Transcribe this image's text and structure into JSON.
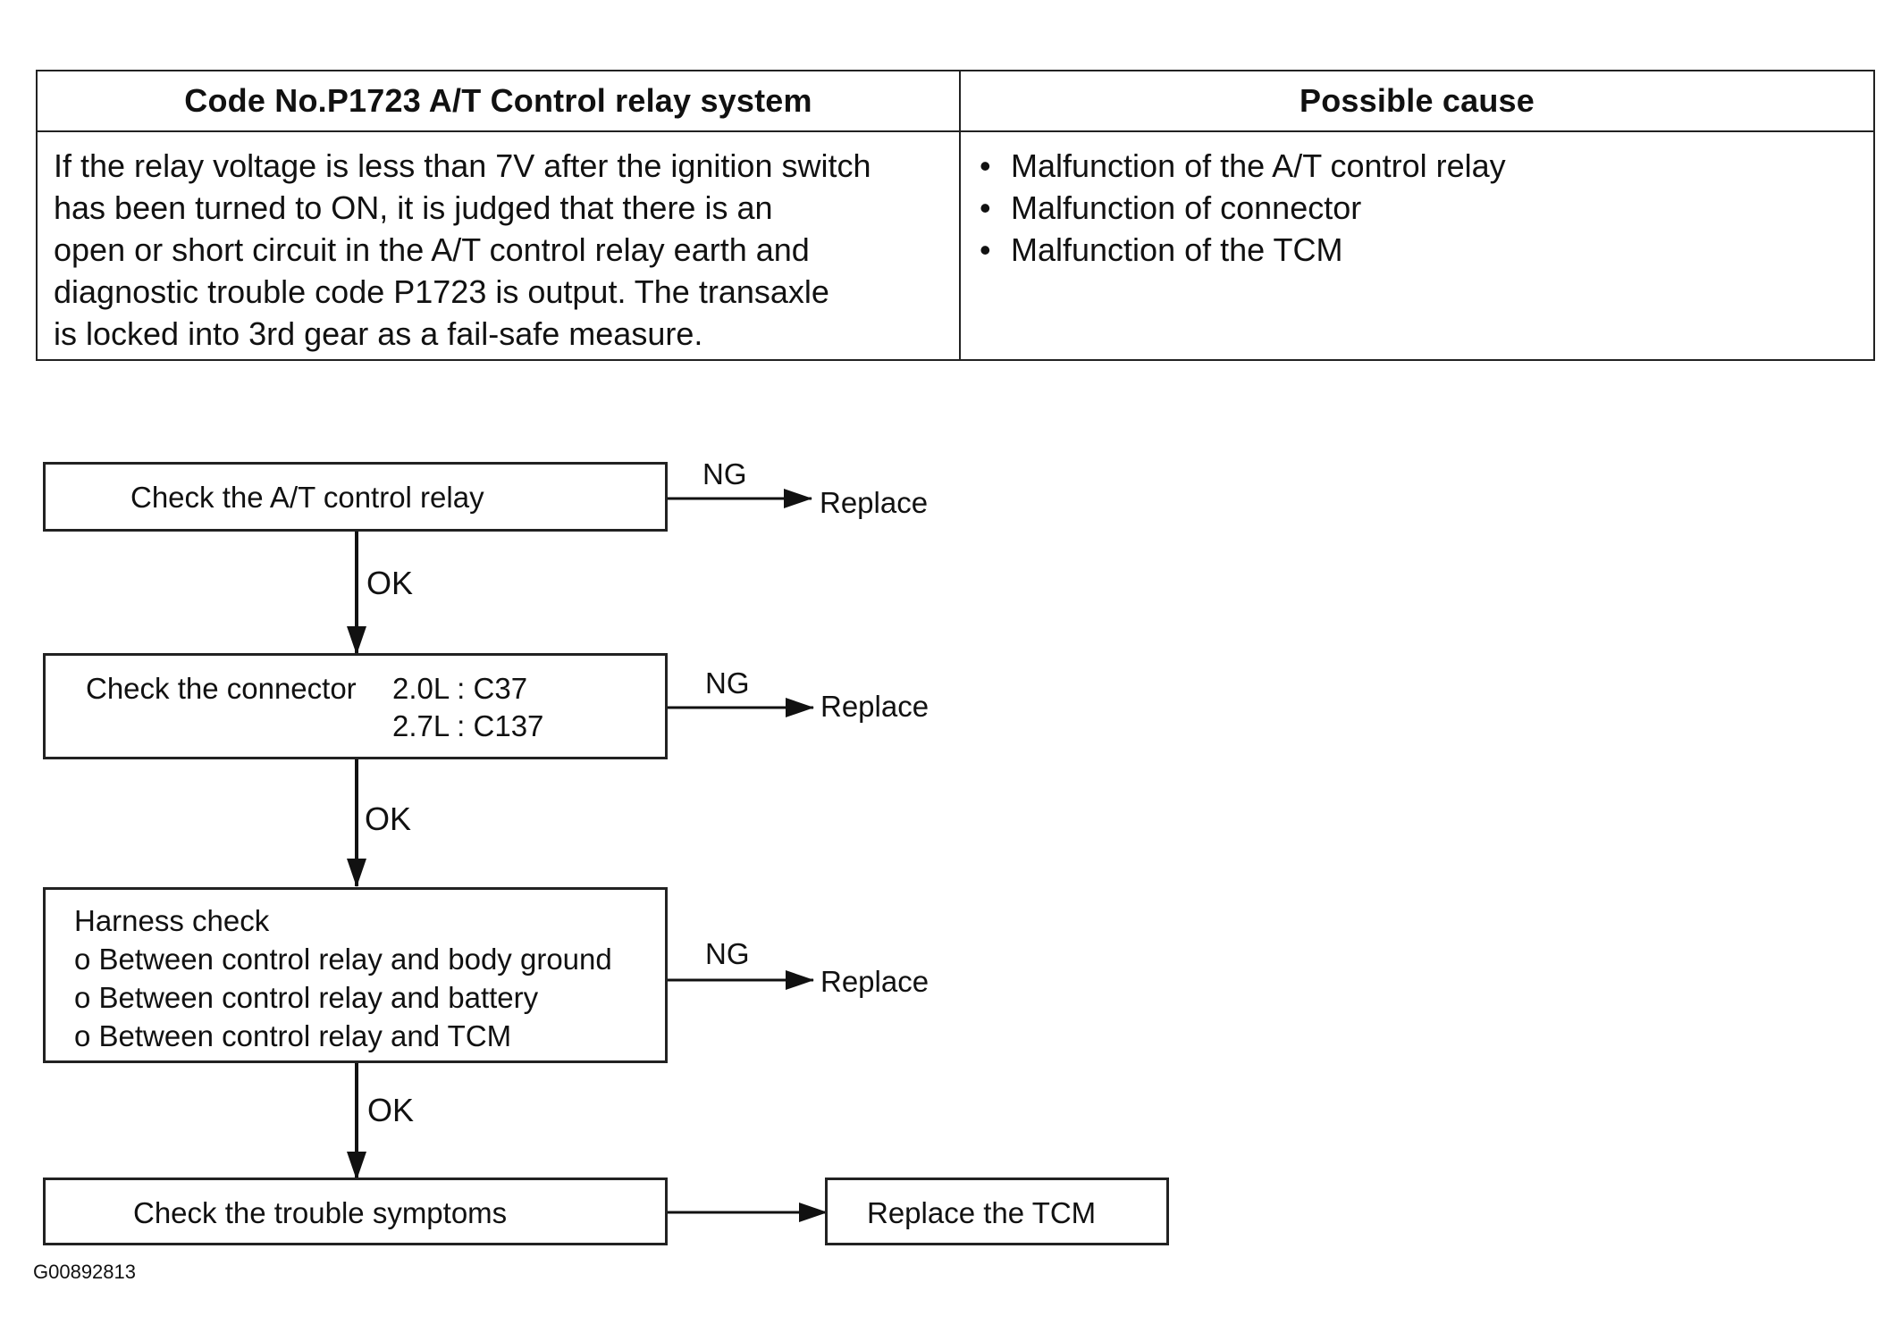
{
  "table": {
    "header_left": "Code No.P1723 A/T Control relay system",
    "header_right": "Possible cause",
    "description_lines": [
      "If the relay voltage is less than 7V after the ignition switch",
      "has been turned to ON, it is judged that there is an",
      "open or short circuit in the A/T control relay earth and",
      "diagnostic trouble code P1723 is output. The transaxle",
      "is locked into 3rd gear as a fail-safe measure."
    ],
    "causes": [
      "Malfunction of the A/T control relay",
      "Malfunction of connector",
      "Malfunction of the TCM"
    ]
  },
  "flowchart": {
    "step1": {
      "text": "Check the A/T control relay",
      "ng": "NG",
      "result": "Replace"
    },
    "ok1": "OK",
    "step2": {
      "text": "Check the connector",
      "spec1": "2.0L : C37",
      "spec2": "2.7L : C137",
      "ng": "NG",
      "result": "Replace"
    },
    "ok2": "OK",
    "step3": {
      "title": "Harness check",
      "items": [
        "o Between control relay and body ground",
        "o Between control relay and battery",
        "o Between control relay and TCM"
      ],
      "ng": "NG",
      "result": "Replace"
    },
    "ok3": "OK",
    "step4": {
      "text": "Check the trouble symptoms"
    },
    "final": "Replace the TCM"
  },
  "figure_id": "G00892813"
}
